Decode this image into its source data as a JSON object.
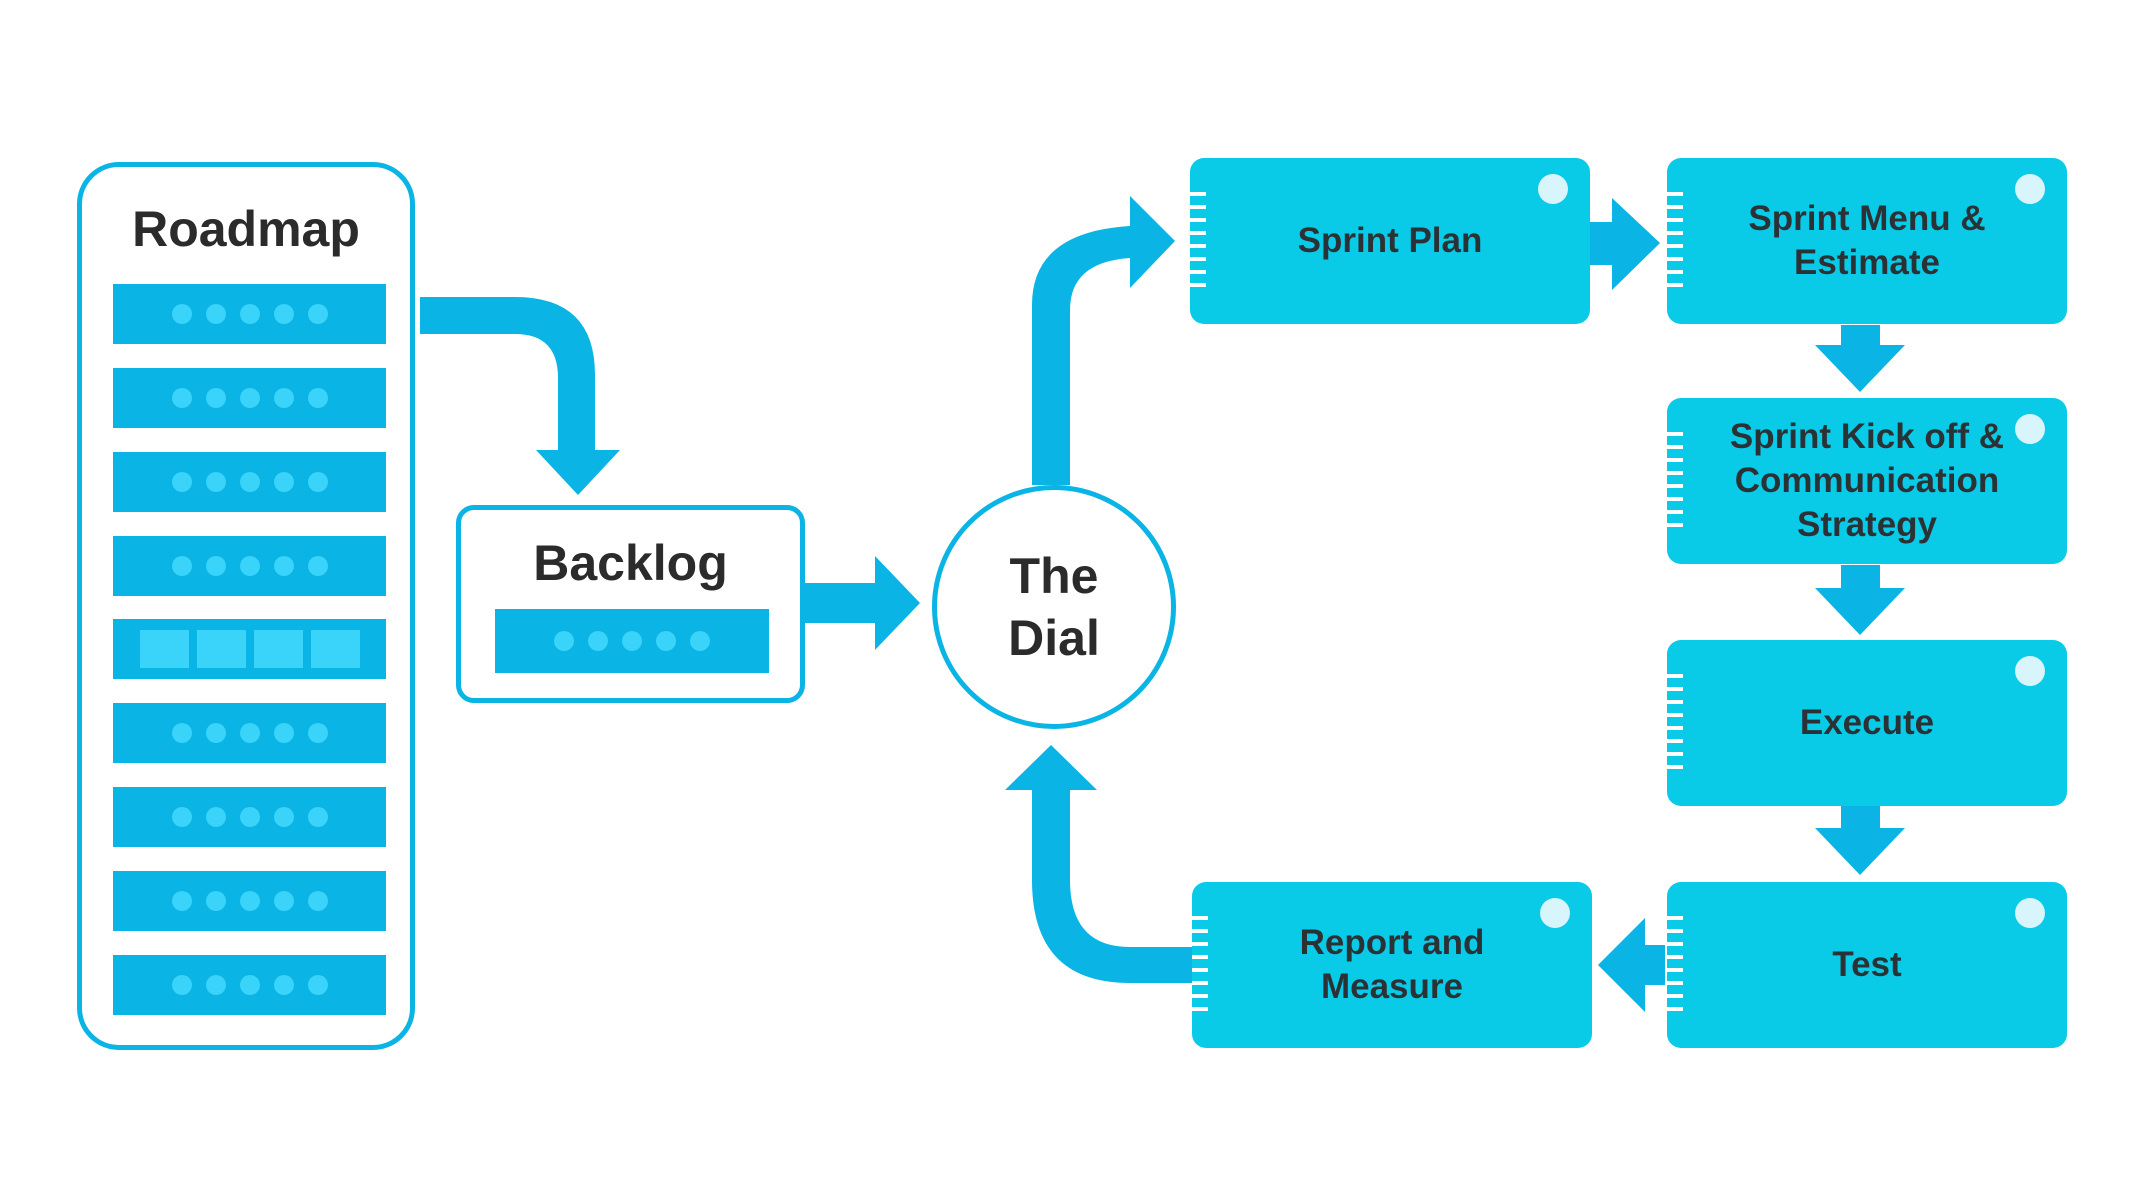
{
  "roadmap": {
    "title": "Roadmap"
  },
  "backlog": {
    "title": "Backlog"
  },
  "dial": {
    "line1": "The",
    "line2": "Dial"
  },
  "steps": {
    "sprint_plan": "Sprint Plan",
    "sprint_menu": [
      "Sprint Menu &",
      "Estimate"
    ],
    "kickoff": [
      "Sprint Kick off &",
      "Communication",
      "Strategy"
    ],
    "execute": "Execute",
    "test": "Test",
    "report": [
      "Report and",
      "Measure"
    ]
  },
  "colors": {
    "primary": "#0ab4e4",
    "box": "#09cbe8",
    "dot": "#3ad3f9",
    "text": "#2b2b2b"
  }
}
